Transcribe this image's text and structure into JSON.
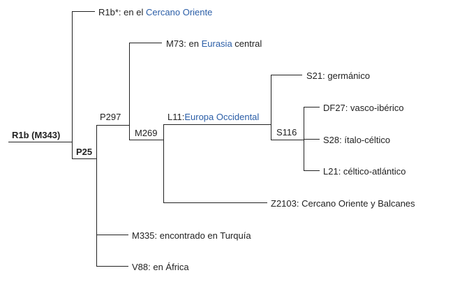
{
  "colors": {
    "line": "#222222",
    "text": "#222222",
    "link": "#2b5ea7",
    "background": "#ffffff"
  },
  "tree": {
    "root": {
      "label": "R1b (M343)"
    },
    "p25": {
      "label": "P25"
    },
    "r1b_star": {
      "code": "R1b*",
      "sep": ": en el ",
      "link": "Cercano Oriente"
    },
    "p297": {
      "label": "P297"
    },
    "m73": {
      "pre": "M73: en ",
      "link": "Eurasia",
      "post": " central"
    },
    "m269": {
      "label": "M269"
    },
    "l11": {
      "pre": "L11:",
      "link": "Europa Occidental"
    },
    "s21": {
      "label": "S21: germánico"
    },
    "s116": {
      "label": "S116"
    },
    "df27": {
      "label": "DF27: vasco-ibérico"
    },
    "s28": {
      "label": "S28: ítalo-céltico"
    },
    "l21": {
      "label": "L21: céltico-atlántico"
    },
    "z2103": {
      "label": "Z2103: Cercano Oriente y Balcanes"
    },
    "m335": {
      "label": "M335: encontrado en Turquía"
    },
    "v88": {
      "label": "V88: en África"
    }
  }
}
